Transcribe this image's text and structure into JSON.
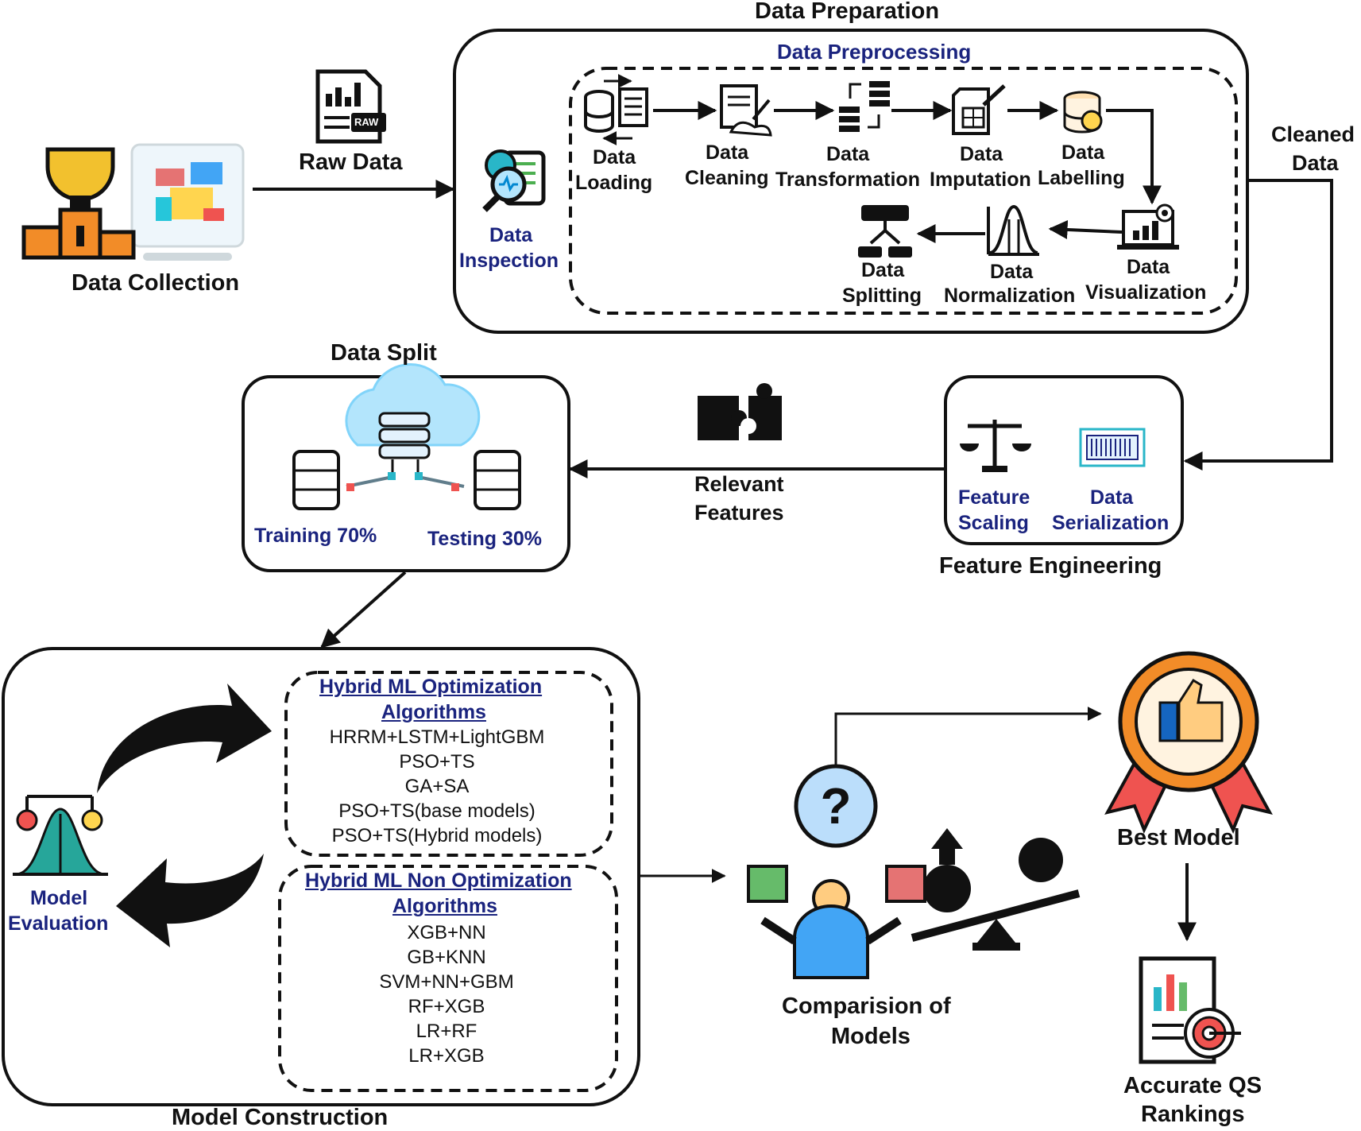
{
  "titles": {
    "data_preparation": "Data Preparation",
    "data_preprocessing": "Data Preprocessing",
    "data_split": "Data Split",
    "feature_engineering": "Feature Engineering",
    "model_construction": "Model Construction"
  },
  "stages": {
    "data_collection": "Data Collection",
    "raw_data": "Raw Data",
    "cleaned_data_1": "Cleaned",
    "cleaned_data_2": "Data",
    "relevant_features_1": "Relevant",
    "relevant_features_2": "Features",
    "comparison_1": "Comparision of",
    "comparison_2": "Models",
    "best_model": "Best Model",
    "rankings_1": "Accurate QS",
    "rankings_2": "Rankings"
  },
  "preprocessing": {
    "inspection_1": "Data",
    "inspection_2": "Inspection",
    "loading_1": "Data",
    "loading_2": "Loading",
    "cleaning_1": "Data",
    "cleaning_2": "Cleaning",
    "transformation_1": "Data",
    "transformation_2": "Transformation",
    "imputation_1": "Data",
    "imputation_2": "Imputation",
    "labelling_1": "Data",
    "labelling_2": "Labelling",
    "visualization_1": "Data",
    "visualization_2": "Visualization",
    "normalization_1": "Data",
    "normalization_2": "Normalization",
    "splitting_1": "Data",
    "splitting_2": "Splitting"
  },
  "split": {
    "training": "Training 70%",
    "testing": "Testing 30%"
  },
  "feature": {
    "scaling_1": "Feature",
    "scaling_2": "Scaling",
    "serialization_1": "Data",
    "serialization_2": "Serialization"
  },
  "model": {
    "evaluation_1": "Model",
    "evaluation_2": "Evaluation",
    "optim_head_1": "Hybrid ML Optimization",
    "optim_head_2": "Algorithms",
    "optim_items": [
      "HRRM+LSTM+LightGBM",
      "PSO+TS",
      "GA+SA",
      "PSO+TS(base models)",
      "PSO+TS(Hybrid models)"
    ],
    "nonoptim_head_1": "Hybrid ML  Non Optimization",
    "nonoptim_head_2": "Algorithms",
    "nonoptim_items": [
      "XGB+NN",
      "GB+KNN",
      "SVM+NN+GBM",
      "RF+XGB",
      "LR+RF",
      "LR+XGB"
    ]
  },
  "icons": {
    "raw_file_tag": "RAW"
  },
  "colors": {
    "label_blue": "#1a237e",
    "accent_orange": "#f28c28",
    "accent_cyan": "#29b6c8",
    "accent_green": "#4caf50",
    "accent_red": "#e57373"
  }
}
